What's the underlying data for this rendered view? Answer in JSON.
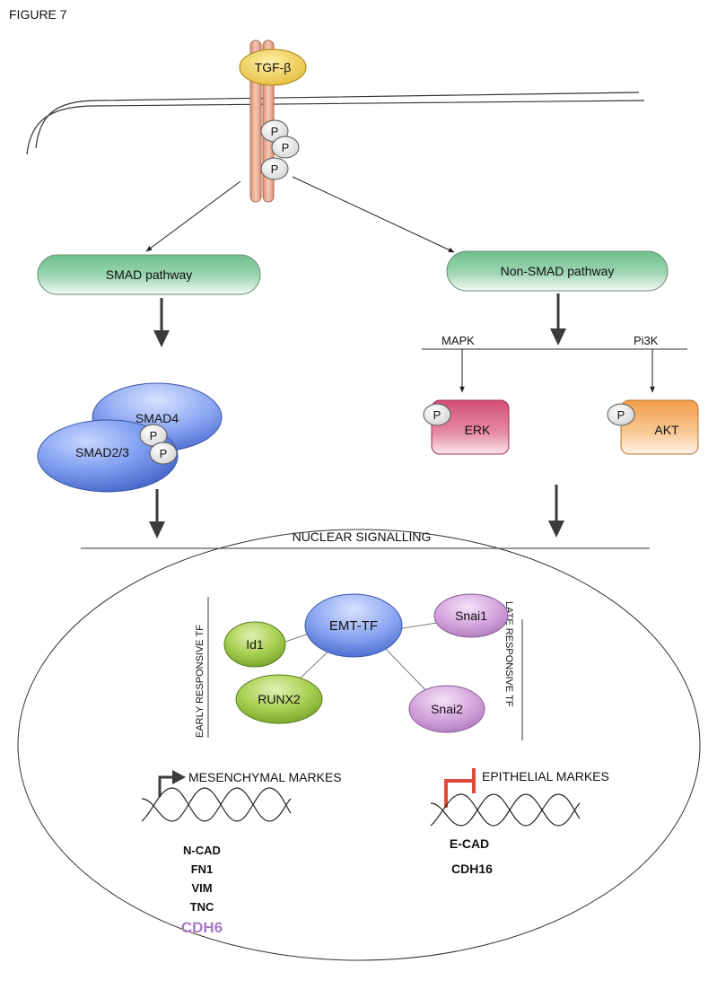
{
  "figure_label": "FIGURE 7",
  "receptor": {
    "ligand": "TGF-β",
    "phospho": [
      "P",
      "P",
      "P"
    ]
  },
  "pathways": {
    "smad": "SMAD pathway",
    "non_smad": "Non-SMAD pathway",
    "mapk": "MAPK",
    "pi3k": "Pi3K"
  },
  "smad_complex": {
    "smad4": "SMAD4",
    "smad23": "SMAD2/3",
    "phospho": [
      "P",
      "P"
    ]
  },
  "kinases": {
    "erk": "ERK",
    "erk_phospho": "P",
    "akt": "AKT",
    "akt_phospho": "P"
  },
  "nuclear": {
    "title": "NUCLEAR SIGNALLING",
    "hub": "EMT-TF",
    "early_label": "EARLY RESPONSIVE TF",
    "late_label": "LATE RESPONSIVE TF",
    "early_tfs": [
      "Id1",
      "RUNX2"
    ],
    "late_tfs": [
      "Snai1",
      "Snai2"
    ]
  },
  "markers": {
    "mesenchymal_title": "MESENCHYMAL MARKES",
    "mesenchymal_genes": [
      "N-CAD",
      "FN1",
      "VIM",
      "TNC"
    ],
    "mesenchymal_highlight": "CDH6",
    "epithelial_title": "EPITHELIAL MARKES",
    "epithelial_genes": [
      "E-CAD",
      "CDH16"
    ]
  },
  "colors": {
    "receptor": "#E8A98F",
    "ligand": "#E8C33A",
    "pathway_green": "#7CC79A",
    "smad_blue": "#4C6FD0",
    "erk_pink": "#D9537A",
    "akt_orange": "#F2A659",
    "tf_green": "#8FBF3A",
    "tf_purple": "#C78AD2",
    "activation_arrow": "#3b3b3b",
    "repression": "#E04A3A",
    "cdh6": "#A77BC4"
  }
}
